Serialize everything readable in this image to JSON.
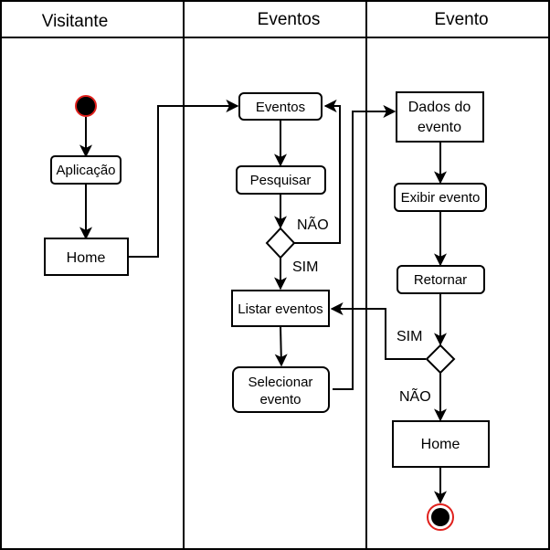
{
  "lanes": [
    "Visitante",
    "Eventos",
    "Evento"
  ],
  "nodes": {
    "aplicacao": "Aplicação",
    "home_visitante": "Home",
    "eventos": "Eventos",
    "pesquisar": "Pesquisar",
    "listar_eventos": "Listar eventos",
    "selecionar_evento": [
      "Selecionar",
      "evento"
    ],
    "dados_do_evento": [
      "Dados do",
      "evento"
    ],
    "exibir_evento": "Exibir evento",
    "retornar": "Retornar",
    "home_evento": "Home"
  },
  "guards": {
    "search_nao": "NÃO",
    "search_sim": "SIM",
    "return_sim": "SIM",
    "return_nao": "NÃO"
  },
  "colors": {
    "start_fill": "#000000",
    "start_border": "#e0201c",
    "end_border": "#e0201c",
    "stroke": "#000000"
  }
}
